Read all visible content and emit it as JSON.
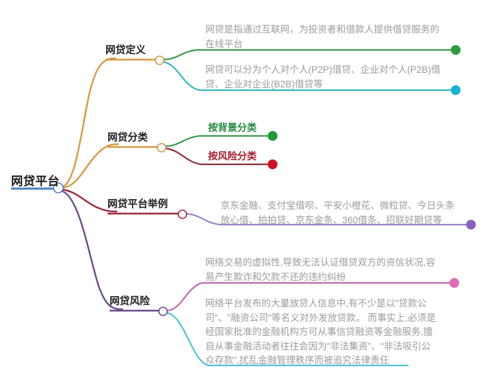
{
  "diagram": {
    "type": "mind-map",
    "background": "#ffffff"
  },
  "root": {
    "label": "网贷平台",
    "underline_color": "#4a80c8",
    "connector_color": "#4a80c8"
  },
  "branches": [
    {
      "id": "definition",
      "label": "网贷定义",
      "edge_color": "#d79a43",
      "underline_color": "#d79a43",
      "connector_color": "#d79a43",
      "children": [
        {
          "id": "definition-what",
          "text": "网贷是指通过互联网，为投资者和借款人提供借贷服务的\n在线平台",
          "line_color": "#3f9b53",
          "dot_color": "#2c9b3d"
        },
        {
          "id": "definition-types",
          "text": "网贷可以分为个人对个人(P2P)借贷、企业对个人(P2B)借\n贷、企业对企业(B2B)借贷等",
          "line_color": "#35b6c9",
          "dot_color": "#18b3d4"
        }
      ]
    },
    {
      "id": "classification",
      "label": "网贷分类",
      "edge_color": "#d79a43",
      "underline_color": "#d79a43",
      "connector_color": "#d79a43",
      "children": [
        {
          "id": "by-background",
          "text": "按背景分类",
          "line_color": "#3f9b53",
          "dot_color": "#219a34",
          "text_color": "#1f8a3b",
          "emphasis": true
        },
        {
          "id": "by-risk",
          "text": "按风险分类",
          "line_color": "#8c2f3d",
          "dot_color": "#cc1122",
          "text_color": "#a81d2d",
          "emphasis": true
        }
      ]
    },
    {
      "id": "examples",
      "label": "网贷平台举例",
      "edge_color": "#9b2c3d",
      "underline_color": "#9b2c3d",
      "connector_color": "#9b2c3d",
      "children": [
        {
          "id": "example-list",
          "text": "京东金融、支付宝借呗、平安小橙花、微粒贷、今日头条\n放心借、拍拍贷、京东金条、360借条、招联好期贷等",
          "line_color": "#9b84c4",
          "dot_color": "#8b5fbf"
        }
      ]
    },
    {
      "id": "risks",
      "label": "网贷风险",
      "edge_color": "#6b4a8a",
      "underline_color": "#6b4a8a",
      "connector_color": "#6b4a8a",
      "children": [
        {
          "id": "risk-virtual",
          "text": "网络交易的虚拟性,导致无法认证借贷双方的资信状况,容\n易产生欺诈和欠款不还的违约纠纷",
          "line_color": "#c06ab0",
          "dot_color": "#e06bb5"
        },
        {
          "id": "risk-illegal",
          "text": "网络平台发布的大量放贷人信息中,有不少是以\"贷款公\n司\"、\"融资公司\"等名义对外发放贷款。 而事实上,必须是\n经国家批准的金融机构方可从事信贷融资等金融服务,擅\n自从事金融活动者往往会因为\"非法集资\"、\"非法吸引公\n众存款\",扰乱金融管理秩序而被追究法律责任",
          "line_color": "#4ec3d8",
          "dot_color": "#4ec3d8"
        }
      ]
    }
  ]
}
